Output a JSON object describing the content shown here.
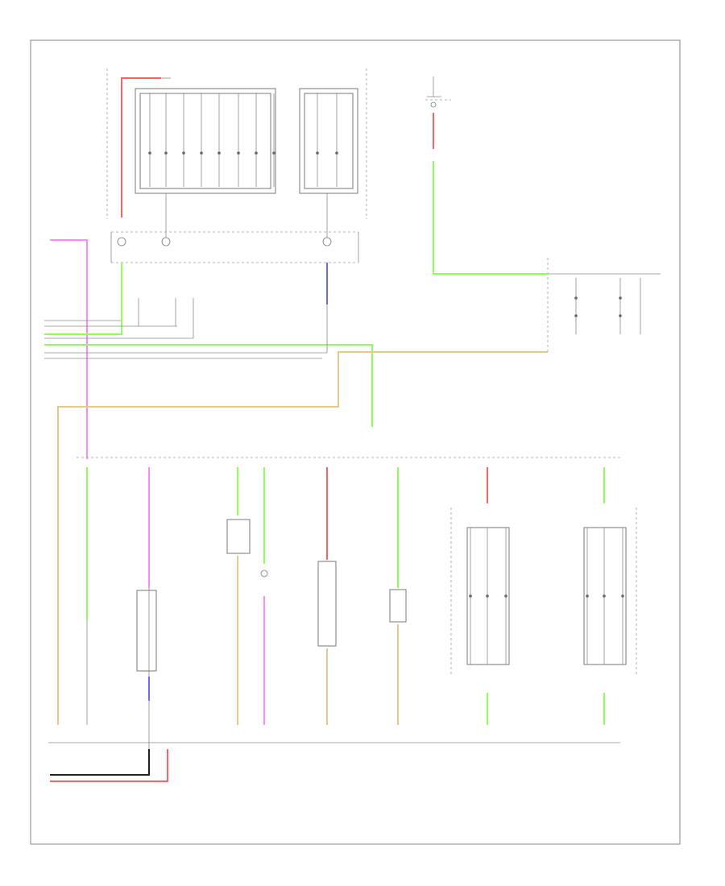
{
  "diagram": {
    "title": "",
    "footer_code": "",
    "colors": {
      "red": "#ff6060",
      "green": "#8fff5a",
      "pink": "#ff88ff",
      "blue": "#6a6aff",
      "tan": "#e4c98a",
      "black": "#222222",
      "gray": "#9a9a9a"
    },
    "legend_items": [
      "",
      "",
      "",
      "",
      ""
    ],
    "wire_colors_shown": [
      "red",
      "green",
      "pink",
      "blue",
      "tan",
      "black"
    ]
  }
}
